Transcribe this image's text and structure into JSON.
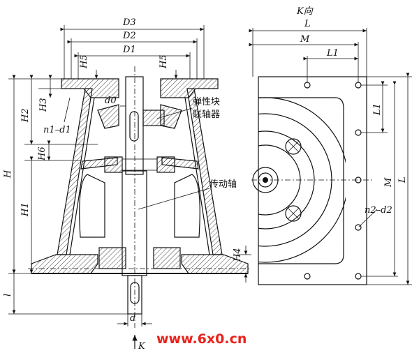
{
  "view_title": "K向",
  "labels": {
    "D3": "D3",
    "D2": "D2",
    "D1": "D1",
    "H5_left": "H5",
    "H5_right": "H5",
    "H2": "H2",
    "H3": "H3",
    "H6": "H6",
    "H": "H",
    "H1": "H1",
    "H4": "H4",
    "l": "l",
    "d": "d",
    "d0": "d0",
    "n1_d1": "n1–d1",
    "K_arrow": "K",
    "L_top": "L",
    "M_top": "M",
    "L1_top": "L1",
    "L1_side": "L1",
    "M_side": "M",
    "L_side": "L",
    "n2_d2": "n2–d2"
  },
  "callouts": {
    "coupling": "弹性块\n联轴器",
    "shaft": "传动轴"
  },
  "watermark": "www.6x0.cn"
}
